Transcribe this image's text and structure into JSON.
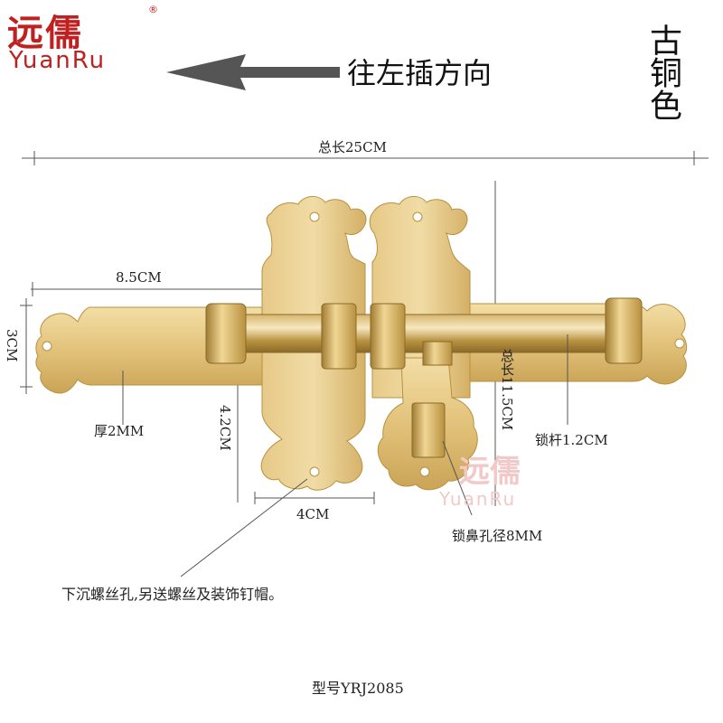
{
  "brand": {
    "name_cn": "远儒",
    "name_en": "YuanRu",
    "registered": "®"
  },
  "header": {
    "direction": "往左插方向",
    "color": "古铜色"
  },
  "dimensions": {
    "total_length": "总长25CM",
    "plate_length": "8.5CM",
    "plate_width": "3CM",
    "thickness": "厚2MM",
    "height_mid": "4.2CM",
    "width_mid": "4CM",
    "total_height": "总长11.5CM",
    "rod_diameter": "锁杆1.2CM",
    "hole_diameter": "锁鼻孔径8MM"
  },
  "notes": {
    "screw_holes": "下沉螺丝孔,另送螺丝及装饰钉帽。"
  },
  "model": "型号YRJ2085",
  "colors": {
    "brand_red": "#c0201f",
    "brass": "#e2c27a",
    "brass_dark": "#b8913f",
    "watermark": "#f2c9c9"
  },
  "icons": [
    "arrow-left-icon"
  ]
}
